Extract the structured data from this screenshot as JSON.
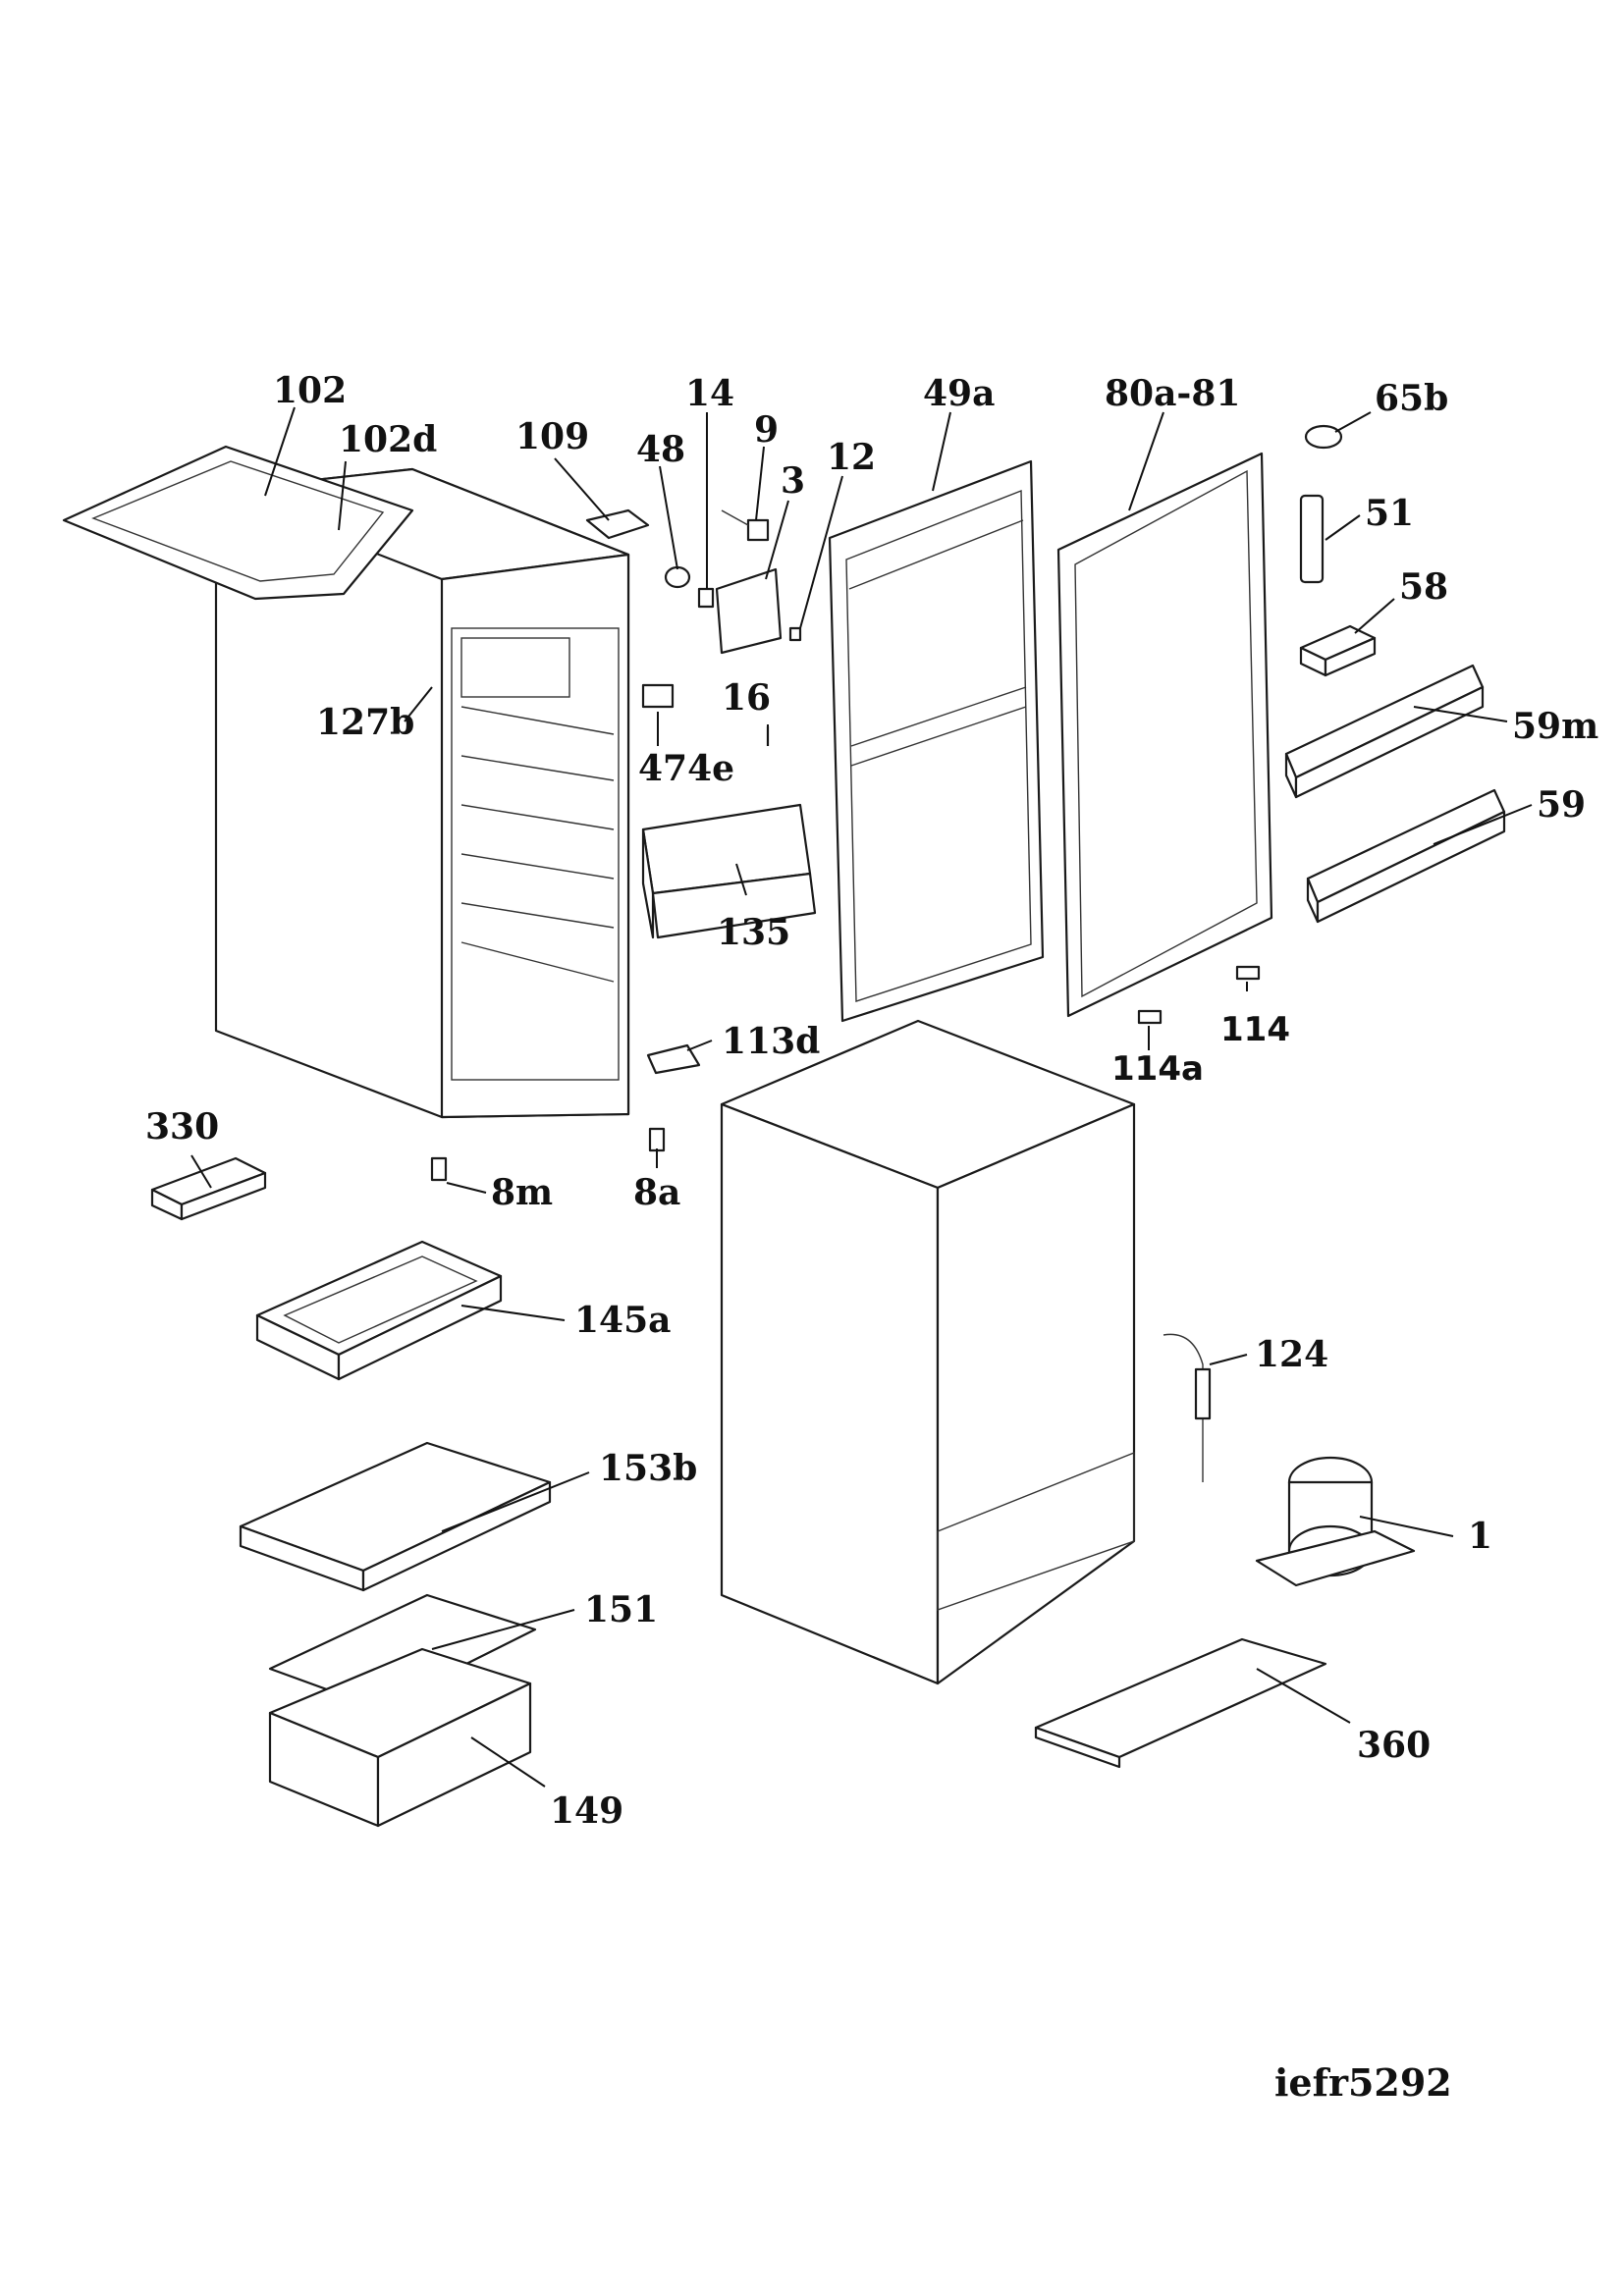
{
  "document_ref": "iefr5292",
  "labels": {
    "l102": "102",
    "l102d": "102d",
    "l109": "109",
    "l14": "14",
    "l9": "9",
    "l48": "48",
    "l3": "3",
    "l12": "12",
    "l49a": "49a",
    "l80a81": "80a-81",
    "l65b": "65b",
    "l51": "51",
    "l58": "58",
    "l59m": "59m",
    "l59": "59",
    "l127b": "127b",
    "l16": "16",
    "l474e": "474e",
    "l135": "135",
    "l113d": "113d",
    "l114": "114",
    "l114a": "114a",
    "l330": "330",
    "l8m": "8m",
    "l8a": "8a",
    "l145a": "145a",
    "l124": "124",
    "l153b": "153b",
    "l1": "1",
    "l151": "151",
    "l149": "149",
    "l360": "360"
  }
}
